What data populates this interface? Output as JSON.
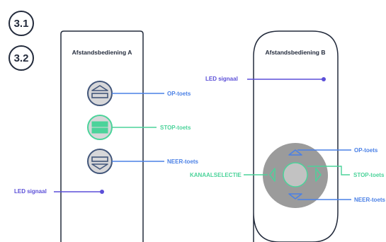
{
  "badges": [
    "3.1",
    "3.2"
  ],
  "remote_a": {
    "title": "Afstandsbediening A",
    "op_label": "OP-toets",
    "stop_label": "STOP-toets",
    "neer_label": "NEER-toets",
    "led_label": "LED signaal"
  },
  "remote_b": {
    "title": "Afstandsbediening B",
    "led_label": "LED signaal",
    "op_label": "OP-toets",
    "stop_label": "STOP-toets",
    "neer_label": "NEER-toets",
    "channel_label": "KANAALSELECTIE"
  },
  "colors": {
    "outline": "#232b3c",
    "blue": "#4a80e6",
    "green": "#4bd39a",
    "purple": "#5b4fd8",
    "button_grey": "#d7d7d9",
    "button_ring": "#42567a",
    "pad_grey": "#9b9b9b",
    "pad_ring": "#bdbdbd"
  }
}
